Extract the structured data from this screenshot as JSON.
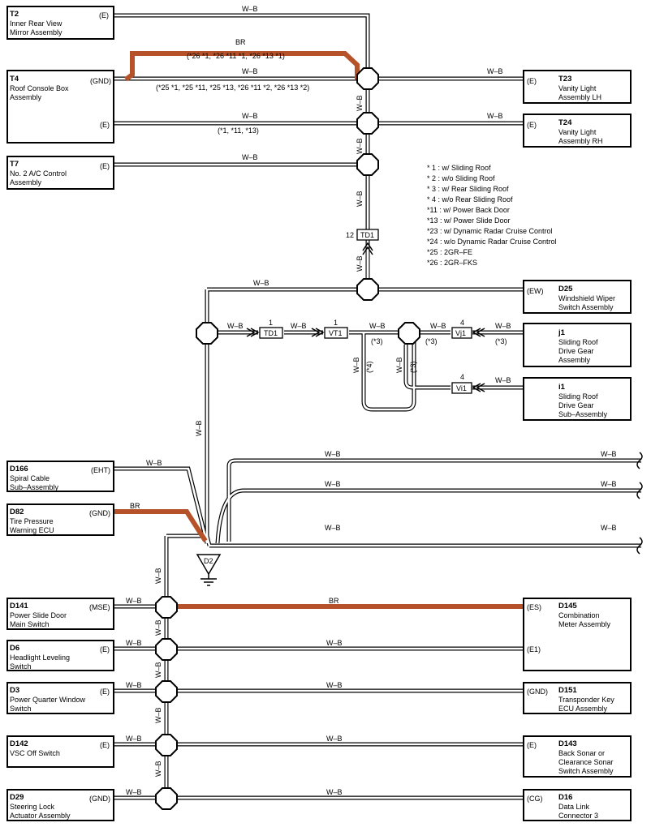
{
  "wire_color": "W–B",
  "br_color": "BR",
  "br_hex": "#b5522a",
  "components": {
    "t2": {
      "id": "T2",
      "l1": "Inner Rear View",
      "l2": "Mirror Assembly",
      "pin": "(E)"
    },
    "t4": {
      "id": "T4",
      "l1": "Roof Console Box",
      "l2": "Assembly",
      "pin1": "(GND)",
      "pin2": "(E)"
    },
    "t7": {
      "id": "T7",
      "l1": "No. 2 A/C Control",
      "l2": "Assembly",
      "pin": "(E)"
    },
    "t23": {
      "id": "T23",
      "l1": "Vanity Light",
      "l2": "Assembly LH",
      "pin": "(E)"
    },
    "t24": {
      "id": "T24",
      "l1": "Vanity Light",
      "l2": "Assembly RH",
      "pin": "(E)"
    },
    "d25": {
      "id": "D25",
      "l1": "Windshield Wiper",
      "l2": "Switch Assembly",
      "pin": "(EW)"
    },
    "j1": {
      "id": "j1",
      "l1": "Sliding Roof",
      "l2": "Drive Gear",
      "l3": "Assembly",
      "pin": "(*3)"
    },
    "i1": {
      "id": "i1",
      "l1": "Sliding Roof",
      "l2": "Drive Gear",
      "l3": "Sub–Assembly"
    },
    "d166": {
      "id": "D166",
      "l1": "Spiral Cable",
      "l2": "Sub–Assembly",
      "pin": "(EHT)"
    },
    "d82": {
      "id": "D82",
      "l1": "Tire Pressure",
      "l2": "Warning ECU",
      "pin": "(GND)"
    },
    "d141": {
      "id": "D141",
      "l1": "Power Slide Door",
      "l2": "Main Switch",
      "pin": "(MSE)"
    },
    "d6": {
      "id": "D6",
      "l1": "Headlight Leveling",
      "l2": "Switch",
      "pin": "(E)"
    },
    "d3": {
      "id": "D3",
      "l1": "Power Quarter Window",
      "l2": "Switch",
      "pin": "(E)"
    },
    "d142": {
      "id": "D142",
      "l1": "VSC Off Switch",
      "pin": "(E)"
    },
    "d29": {
      "id": "D29",
      "l1": "Steering Lock",
      "l2": "Actuator Assembly",
      "pin": "(GND)"
    },
    "d145": {
      "id": "D145",
      "l1": "Combination",
      "l2": "Meter Assembly",
      "pin1": "(ES)",
      "pin2": "(E1)"
    },
    "d151": {
      "id": "D151",
      "l1": "Transponder Key",
      "l2": "ECU Assembly",
      "pin": "(GND)"
    },
    "d143": {
      "id": "D143",
      "l1": "Back Sonar or",
      "l2": "Clearance Sonar",
      "l3": "Switch Assembly",
      "pin": "(E)"
    },
    "d16": {
      "id": "D16",
      "l1": "Data Link",
      "l2": "Connector 3",
      "pin": "(CG)"
    }
  },
  "connectors": {
    "td1_top": {
      "name": "TD1",
      "pin": "12"
    },
    "td1_mid": {
      "name": "TD1",
      "pin": "1"
    },
    "vt1": {
      "name": "VT1",
      "pin": "1"
    },
    "vj1": {
      "name": "Vj1",
      "pin": "4"
    },
    "vi1": {
      "name": "Vi1",
      "pin": "4"
    },
    "ground": {
      "name": "D2"
    }
  },
  "notes": {
    "br_top": "(*26 *1, *26 *11 *1, *26 *13 *1)",
    "t4_gnd": "(*25 *1, *25 *11, *25 *13, *26 *11 *2, *26 *13 *2)",
    "t4_e": "(*1, *11, *13)",
    "star3": "(*3)",
    "star4": "(*4)"
  },
  "legend": [
    "* 1 : w/ Sliding Roof",
    "* 2 : w/o Sliding Roof",
    "* 3 : w/ Rear Sliding Roof",
    "* 4 : w/o Rear Sliding Roof",
    "*11 : w/ Power Back Door",
    "*13 : w/ Power Slide Door",
    "*23 : w/ Dynamic Radar Cruise Control",
    "*24 : w/o Dynamic Radar Cruise Control",
    "*25 : 2GR–FE",
    "*26 : 2GR–FKS"
  ]
}
